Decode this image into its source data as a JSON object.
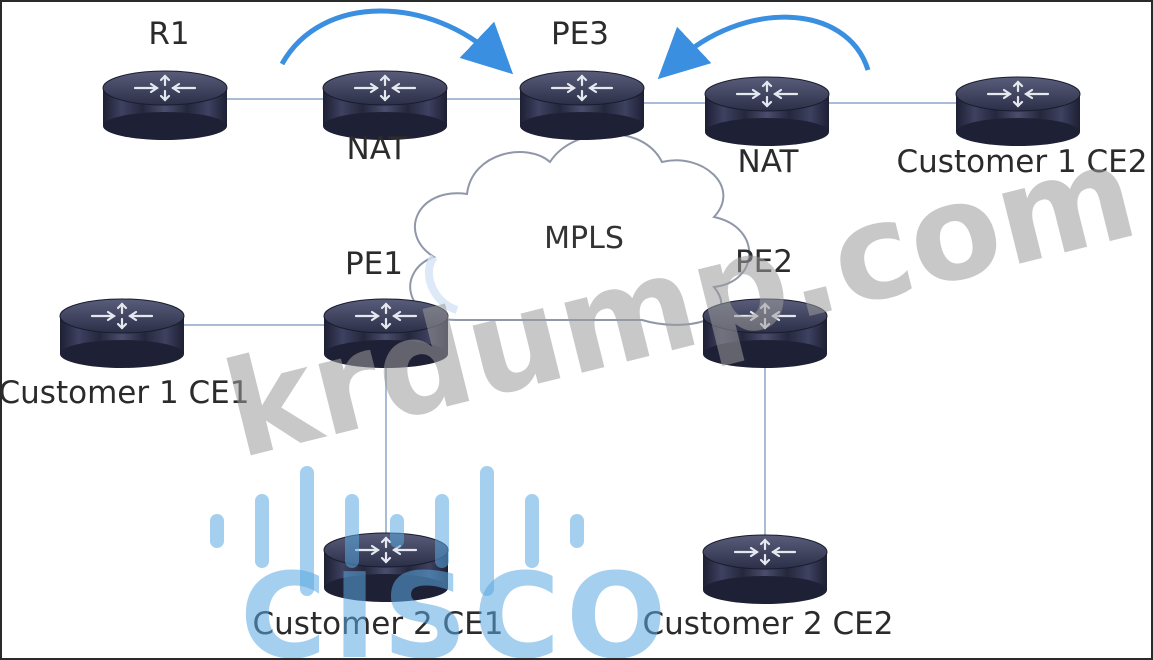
{
  "diagram": {
    "cloud_label": "MPLS",
    "nodes": [
      {
        "id": "r1",
        "label": "R1"
      },
      {
        "id": "nat-left",
        "label": "NAT"
      },
      {
        "id": "pe3",
        "label": "PE3"
      },
      {
        "id": "nat-right",
        "label": "NAT"
      },
      {
        "id": "c1ce2",
        "label": "Customer 1 CE2"
      },
      {
        "id": "pe1",
        "label": "PE1"
      },
      {
        "id": "pe2",
        "label": "PE2"
      },
      {
        "id": "c1ce1",
        "label": "Customer 1 CE1"
      },
      {
        "id": "c2ce1",
        "label": "Customer 2 CE1"
      },
      {
        "id": "c2ce2",
        "label": "Customer 2 CE2"
      }
    ],
    "links": [
      [
        "r1",
        "nat-left"
      ],
      [
        "nat-left",
        "pe3"
      ],
      [
        "pe3",
        "nat-right"
      ],
      [
        "nat-right",
        "c1ce2"
      ],
      [
        "c1ce1",
        "pe1"
      ],
      [
        "pe1",
        "c2ce1"
      ],
      [
        "pe2",
        "c2ce2"
      ]
    ],
    "colors": {
      "router_body": "#2c2f48",
      "router_top": "#3a3d58",
      "arrow": "#3a8fe0",
      "link": "#a9bcd6"
    }
  },
  "watermark": {
    "text": "krdump.com",
    "logo_text": "CISCO"
  }
}
